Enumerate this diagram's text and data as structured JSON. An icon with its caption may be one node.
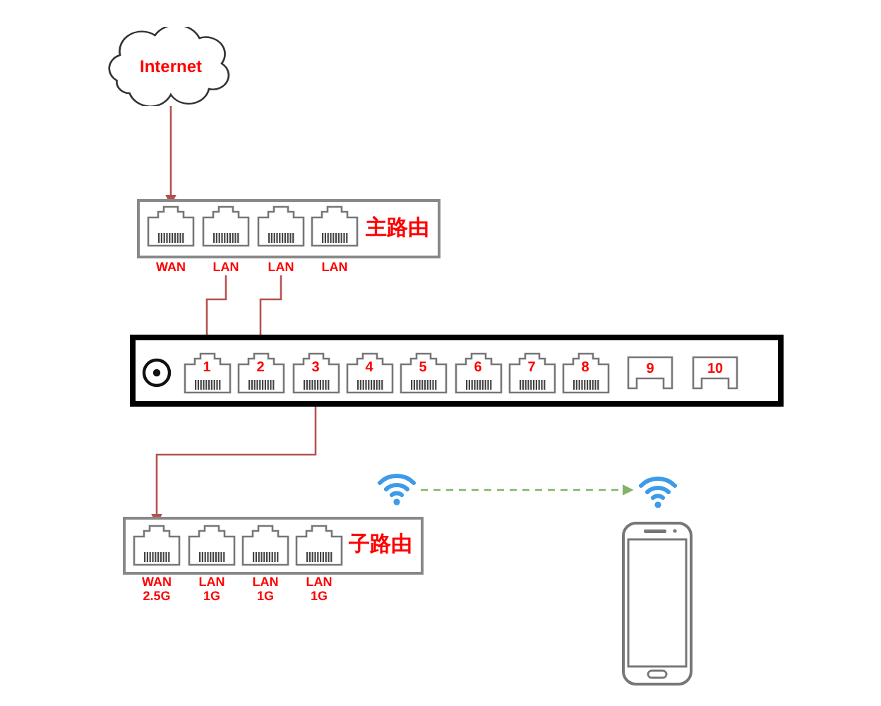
{
  "diagram": {
    "nodes": [
      {
        "text": [
          "Internet"
        ]
      },
      {
        "text": [
          "主路由"
        ]
      },
      {
        "text": [
          "WAN"
        ],
        "in": 1
      },
      {
        "text": [
          "LAN"
        ],
        "in": 1
      },
      {
        "text": [
          "LAN"
        ],
        "in": 1
      },
      {
        "text": [
          "LAN"
        ],
        "in": 1
      },
      {
        "text": [],
        "shape": "box"
      },
      {
        "text": [
          "1"
        ],
        "in": 6
      },
      {
        "text": [
          "2"
        ],
        "in": 6
      },
      {
        "text": [
          "3"
        ],
        "in": 6
      },
      {
        "text": [
          "4"
        ],
        "in": 6
      },
      {
        "text": [
          "5"
        ],
        "in": 6
      },
      {
        "text": [
          "6"
        ],
        "in": 6
      },
      {
        "text": [
          "7"
        ],
        "in": 6
      },
      {
        "text": [
          "8"
        ],
        "in": 6
      },
      {
        "text": [
          "9"
        ],
        "in": 6
      },
      {
        "text": [
          "10"
        ],
        "in": 6
      },
      {
        "text": [
          "子路由"
        ]
      },
      {
        "text": [
          "WAN 2.5G"
        ],
        "in": 17
      },
      {
        "text": [
          "LAN 1G"
        ],
        "in": 17
      },
      {
        "text": [
          "LAN 1G"
        ],
        "in": 17
      },
      {
        "text": [
          "LAN 1G"
        ],
        "in": 17
      },
      {
        "text": [],
        "shape": "icon"
      },
      {
        "text": [],
        "shape": "icon"
      },
      {
        "text": [],
        "shape": "phone"
      }
    ],
    "edges": [
      {
        "from": 0,
        "to": 2,
        "arrow": "to"
      },
      {
        "from": 3,
        "to": 7,
        "arrow": "to"
      },
      {
        "from": 4,
        "to": 8,
        "arrow": "to"
      },
      {
        "from": 9,
        "to": 18,
        "arrow": "to"
      },
      {
        "from": 22,
        "to": 23,
        "arrow": "to",
        "style": "dashed",
        "color": "#82b366"
      }
    ]
  }
}
